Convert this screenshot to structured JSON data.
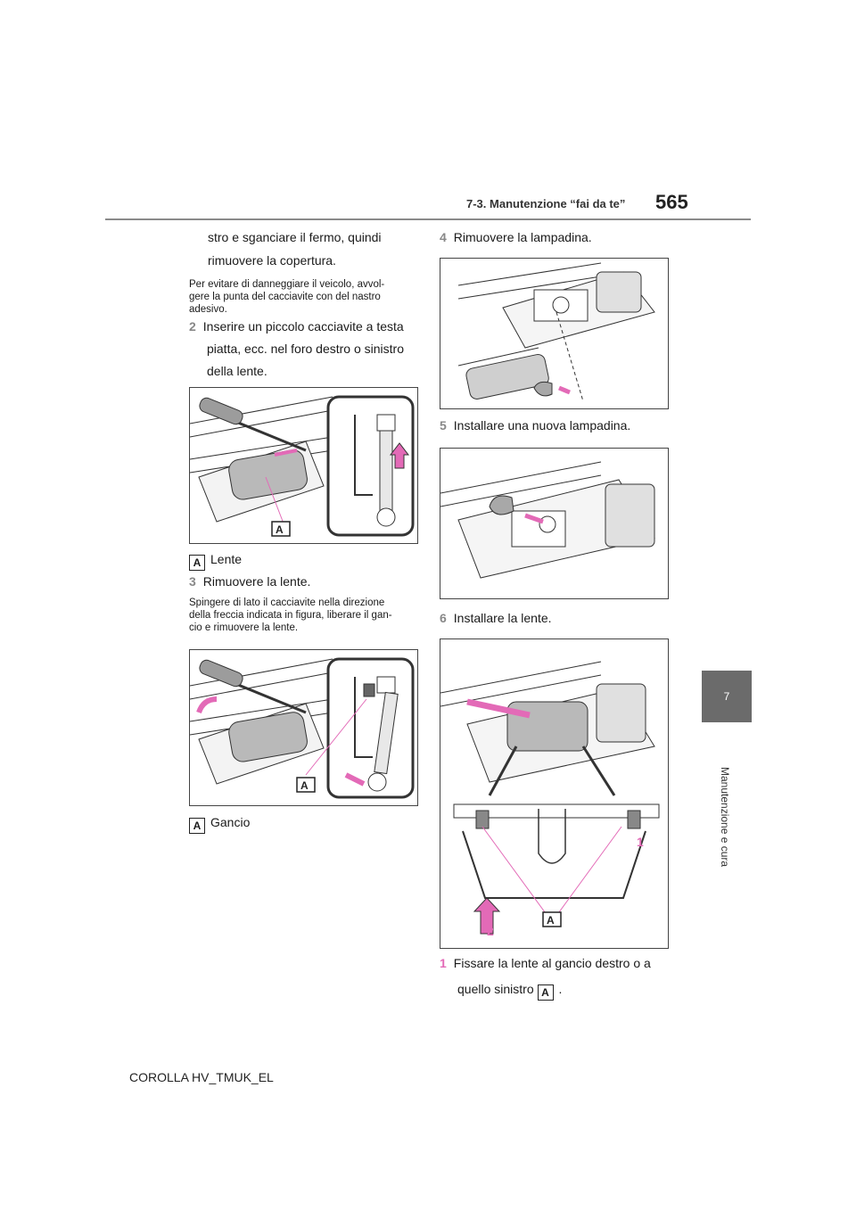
{
  "header": {
    "title": "7-3. Manutenzione “fai da te”",
    "page_number": "565"
  },
  "side_tab": {
    "chapter": "7",
    "label": "Manutenzione e cura"
  },
  "left": {
    "cont_line1": "stro e sganciare il fermo, quindi",
    "cont_line2": "rimuovere la copertura.",
    "note1": [
      "Per evitare di danneggiare il veicolo, avvol-",
      "gere la punta del cacciavite con del nastro",
      "adesivo."
    ],
    "step2_num": "2",
    "step2": [
      "Inserire un piccolo cacciavite a testa",
      "piatta, ecc. nel foro destro o sinistro",
      "della lente."
    ],
    "fig1_letter": "A",
    "fig1_caption": "Lente",
    "step3_num": "3",
    "step3": "Rimuovere la lente.",
    "note3": [
      "Spingere di lato il cacciavite nella direzione",
      "della freccia indicata in figura, liberare il gan-",
      "cio e rimuovere la lente."
    ],
    "fig2_letter": "A",
    "fig2_caption": "Gancio"
  },
  "right": {
    "step4_num": "4",
    "step4": "Rimuovere la lampadina.",
    "step5_num": "5",
    "step5": "Installare una nuova lampadina.",
    "step6_num": "6",
    "step6": "Installare la lente.",
    "fig5_label1": "1",
    "fig5_label2": "2",
    "fig5_letter": "A",
    "sub1_num": "1",
    "sub1_line1": "Fissare la lente al gancio destro o a",
    "sub1_line2": "quello sinistro",
    "sub1_letter": "A",
    "sub1_end": "."
  },
  "footer": {
    "model": "COROLLA HV_TMUK_EL"
  },
  "colors": {
    "accent_pink": "#e36ab7",
    "tab_gray": "#6b6b6b"
  }
}
